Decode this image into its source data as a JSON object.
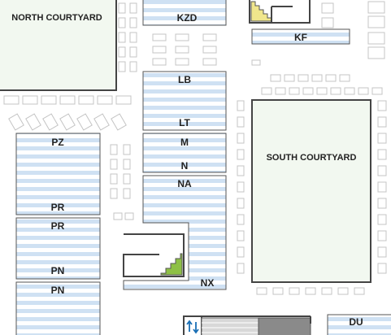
{
  "courtyards": {
    "north": {
      "label": "NORTH COURTYARD"
    },
    "south": {
      "label": "SOUTH COURTYARD"
    }
  },
  "sections": {
    "kzd": "KZD",
    "kf": "KF",
    "lb": "LB",
    "lt": "LT",
    "m": "M",
    "n": "N",
    "na": "NA",
    "nx": "NX",
    "pz": "PZ",
    "pr_top": "PR",
    "pr_bottom": "PR",
    "pn_top": "PN",
    "pn_bottom": "PN",
    "du": "DU"
  },
  "colors": {
    "shelf_stripe": "#cfe1f3",
    "courtyard_fill": "#f2f8f0",
    "stairs_fill": "#f0e68c",
    "stairs_alt_fill": "#8ec045",
    "wall": "#444444",
    "furniture": "#c4c4c4",
    "elevator_arrows": "#1a6fb5"
  },
  "icons": {
    "stairs_top": "stairs-icon",
    "stairs_mid": "stairs-icon",
    "elevator": "elevator-icon"
  }
}
